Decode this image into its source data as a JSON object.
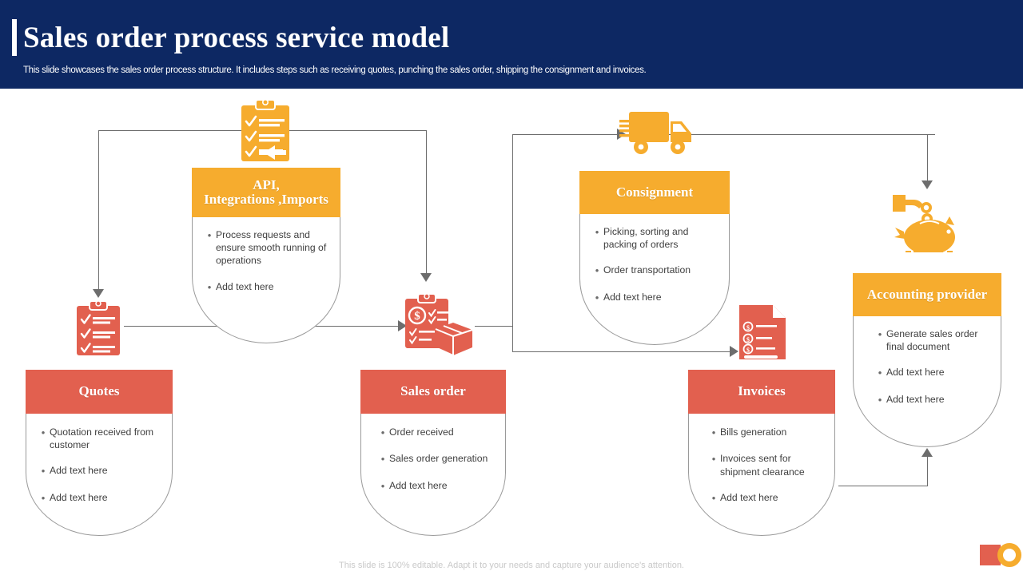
{
  "header": {
    "title": "Sales order process service model",
    "subtitle": "This slide showcases the sales order process structure. It includes steps such as receiving quotes, punching the sales order, shipping the consignment and invoices."
  },
  "colors": {
    "header_background": "#0d2863",
    "orange": "#f6ac2e",
    "red": "#e2604f",
    "connector": "#6d6d6d",
    "body_text": "#404040"
  },
  "cards": [
    {
      "id": "api",
      "title": "API,\nIntegrations ,Imports",
      "title_line1": "API,",
      "title_line2": "Integrations ,Imports",
      "accent": "orange",
      "bullets": [
        "Process requests and ensure smooth running of operations",
        "Add text here"
      ]
    },
    {
      "id": "consignment",
      "title": "Consignment",
      "accent": "orange",
      "bullets": [
        "Picking, sorting and packing of orders",
        "Order transportation",
        "Add text here"
      ]
    },
    {
      "id": "accounting-provider",
      "title": "Accounting provider",
      "accent": "orange",
      "bullets": [
        "Generate sales order final document",
        "Add text here",
        "Add text here"
      ]
    },
    {
      "id": "quotes",
      "title": "Quotes",
      "accent": "red",
      "bullets": [
        "Quotation received from customer",
        "Add text here",
        "Add text here"
      ]
    },
    {
      "id": "sales-order",
      "title": "Sales order",
      "accent": "red",
      "bullets": [
        "Order received",
        "Sales order generation",
        "Add text here"
      ]
    },
    {
      "id": "invoices",
      "title": "Invoices",
      "accent": "red",
      "bullets": [
        "Bills generation",
        "Invoices sent for shipment clearance",
        "Add text here"
      ]
    }
  ],
  "icons": [
    {
      "name": "clipboard-checklist-arrow-icon",
      "color": "#f6ac2e"
    },
    {
      "name": "delivery-truck-icon",
      "color": "#f6ac2e"
    },
    {
      "name": "piggy-bank-coin-icon",
      "color": "#f6ac2e"
    },
    {
      "name": "clipboard-checklist-icon",
      "color": "#e2604f"
    },
    {
      "name": "sales-order-package-icon",
      "color": "#e2604f"
    },
    {
      "name": "invoice-document-icon",
      "color": "#e2604f"
    }
  ],
  "bullet_symbol": "•",
  "footer": {
    "note": "This slide is 100% editable. Adapt it to your needs and capture your audience's attention."
  }
}
